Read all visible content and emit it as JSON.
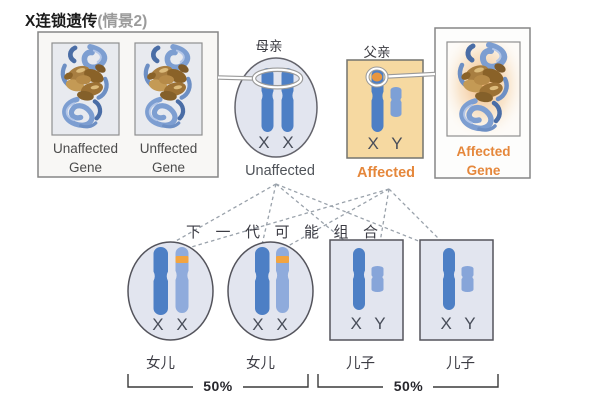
{
  "title": {
    "main": "X连锁遗传",
    "sub": "(情景2)"
  },
  "left_gene_panel": {
    "gene1": {
      "line1": "Unaffected",
      "line2": "Gene"
    },
    "gene2": {
      "line1": "Unffected",
      "line2": "Gene"
    }
  },
  "right_gene_panel": {
    "line1": "Affected",
    "line2": "Gene"
  },
  "mother": {
    "label": "母亲",
    "karyotype": "X X",
    "status": "Unaffected"
  },
  "father": {
    "label": "父亲",
    "karyotype": "X Y",
    "status": "Affected"
  },
  "next_generation_caption": "下一代可能组合",
  "children": [
    {
      "label": "女儿",
      "karyotype": "X X"
    },
    {
      "label": "女儿",
      "karyotype": "X X"
    },
    {
      "label": "儿子",
      "karyotype": "X Y"
    },
    {
      "label": "儿子",
      "karyotype": "X Y"
    }
  ],
  "probabilities": {
    "daughters": "50%",
    "sons": "50%"
  },
  "colors": {
    "affected_orange": "#e5873b",
    "chromosome_blue": "#4d7fc5",
    "chromosome_light_blue": "#8fabdc",
    "carrier_band": "#f2a440",
    "father_box_fill": "#f6d9a1",
    "cell_fill": "#e2e5ef"
  }
}
